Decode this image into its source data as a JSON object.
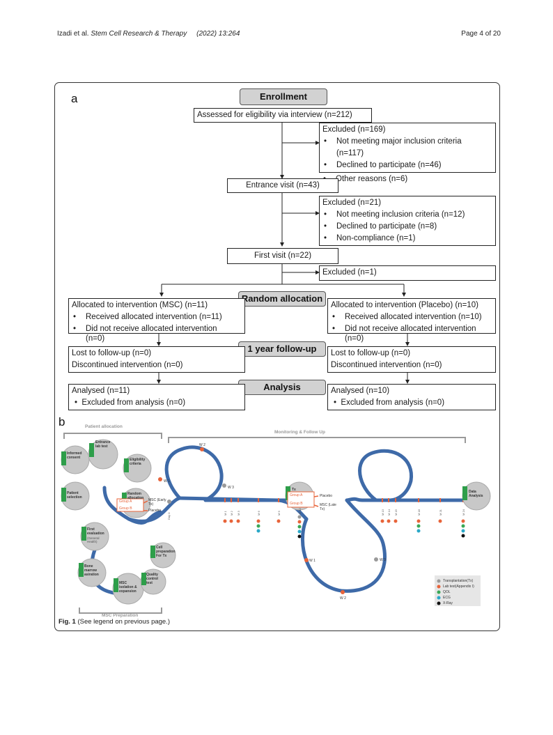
{
  "header": {
    "authors": "Izadi et al.",
    "journal": "Stem Cell Research & Therapy",
    "volume": "(2022) 13:264",
    "page": "Page 4 of 20"
  },
  "panel_a": {
    "label": "a",
    "enrollment": "Enrollment",
    "assessed": "Assessed for eligibility via interview (n=212)",
    "excluded1": {
      "title": "Excluded (n=169)",
      "items": [
        "Not meeting major inclusion criteria (n=117)",
        "Declined to participate (n=46)",
        "Other reasons (n=6)"
      ]
    },
    "entrance": "Entrance visit (n=43)",
    "excluded2": {
      "title": "Excluded (n=21)",
      "items": [
        "Not meeting inclusion criteria (n=12)",
        "Declined to participate (n=8)",
        "Non-compliance (n=1)"
      ]
    },
    "first_visit": "First visit (n=22)",
    "excluded3": "Excluded (n=1)",
    "random": "Random allocation",
    "alloc_msc": {
      "title": "Allocated to intervention (MSC) (n=11)",
      "items": [
        "Received allocated intervention (n=11)",
        "Did not receive allocated intervention"
      ],
      "tail": "(n=0)"
    },
    "alloc_placebo": {
      "title": "Allocated to intervention (Placebo) (n=10)",
      "items": [
        "Received allocated intervention (n=10)",
        "Did not receive allocated intervention"
      ],
      "tail": "(n=0)"
    },
    "followup": "1 year follow-up",
    "fu_msc": [
      "Lost to follow-up (n=0)",
      "Discontinued intervention (n=0)"
    ],
    "fu_placebo": [
      "Lost to follow-up (n=0)",
      "Discontinued intervention (n=0)"
    ],
    "analysis": "Analysis",
    "an_msc": {
      "title": "Analysed (n=11)",
      "item": "Excluded from analysis (n=0)"
    },
    "an_placebo": {
      "title": "Analysed (n=10)",
      "item": "Excluded from analysis (n=0)"
    }
  },
  "panel_b": {
    "label": "b",
    "patient_allocation": "Patient allocation",
    "monitoring": "Monitoring & Follow Up",
    "msc_preparation": "MSC Preparation",
    "steps": {
      "A": "Patient selection",
      "B": "Informed consent",
      "C": "Entrance lab test",
      "D": "Eligibility criteria",
      "E": "Random allocation",
      "F": "First evaluation",
      "F_sub": "(General Health)",
      "G": "Bone marrow asiration",
      "H": "MSC isolation & expansion",
      "I": "Quality control test",
      "J": "Cell preparation For Tx",
      "K": "Tx",
      "L": "Data Analysis"
    },
    "groupA": "Group A",
    "groupB": "Group B",
    "msc_early": "MSC (Early Tx)",
    "placebo_e": "Placebo",
    "placebo_k": "Placebo",
    "msc_late": "MSC (Late Tx)",
    "day0": "Day 0",
    "loop_labels": [
      "W 1",
      "W 2",
      "W 3",
      "W 1",
      "W 2",
      "W 3"
    ],
    "months": [
      "M 1",
      "M 2",
      "M 3",
      "M 6",
      "M 9",
      "M 12",
      "M 13",
      "M 14",
      "M 15",
      "M 18",
      "M 21",
      "M 24"
    ],
    "legend": [
      {
        "label": "Transplantation(Tx)",
        "color": "#9a9a9a"
      },
      {
        "label": "Lab test(Appendix I)",
        "color": "#e8643a"
      },
      {
        "label": "QOL",
        "color": "#3aa856"
      },
      {
        "label": "ECG",
        "color": "#2aa8c8"
      },
      {
        "label": "X-Ray",
        "color": "#111111"
      }
    ]
  },
  "caption": {
    "fig": "Fig. 1",
    "text": "(See legend on previous page.)"
  }
}
